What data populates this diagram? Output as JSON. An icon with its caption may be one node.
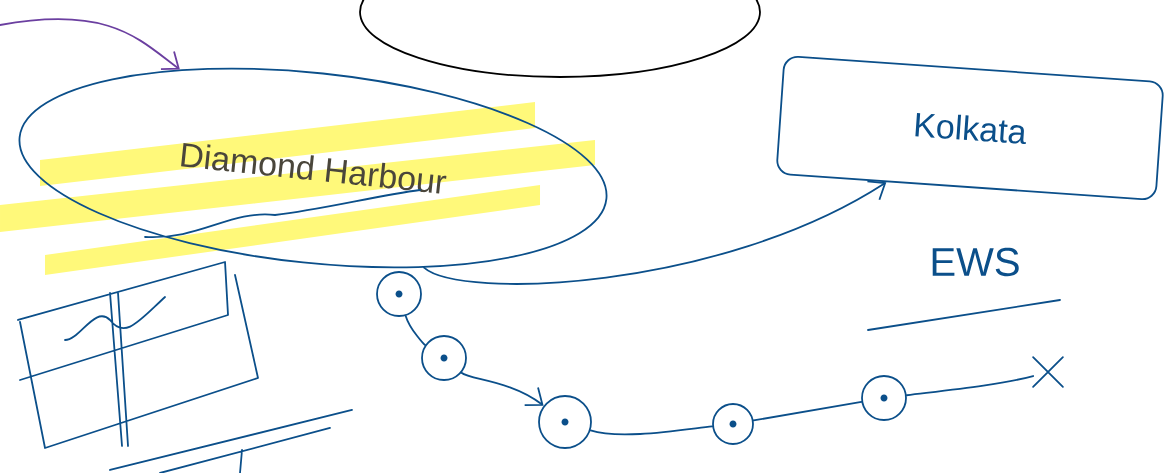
{
  "diagram": {
    "nodes": [
      {
        "text": [],
        "shape": "ellipse"
      },
      {
        "text": [
          "Diamond Harbour"
        ]
      },
      {
        "text": [
          "Kolkata"
        ]
      },
      {
        "text": [],
        "shape": "circle"
      },
      {
        "text": [],
        "shape": "circle"
      },
      {
        "text": [],
        "shape": "circle"
      },
      {
        "text": [],
        "shape": "circle"
      },
      {
        "text": [],
        "shape": "circle"
      },
      {
        "text": [],
        "shape": "cross"
      }
    ],
    "edges": [
      {
        "from": null,
        "to": 1,
        "arrow": "to",
        "color": "#6b3fa0"
      },
      {
        "from": 1,
        "to": 2,
        "arrow": "to"
      },
      {
        "from": 3,
        "to": 4,
        "arrow": "none"
      },
      {
        "from": 4,
        "to": 5,
        "arrow": "to"
      },
      {
        "from": 5,
        "to": 6,
        "arrow": "none"
      },
      {
        "from": 6,
        "to": 7,
        "arrow": "none"
      },
      {
        "from": 7,
        "to": 8,
        "arrow": "none"
      }
    ],
    "labels": [
      "EWS"
    ]
  }
}
